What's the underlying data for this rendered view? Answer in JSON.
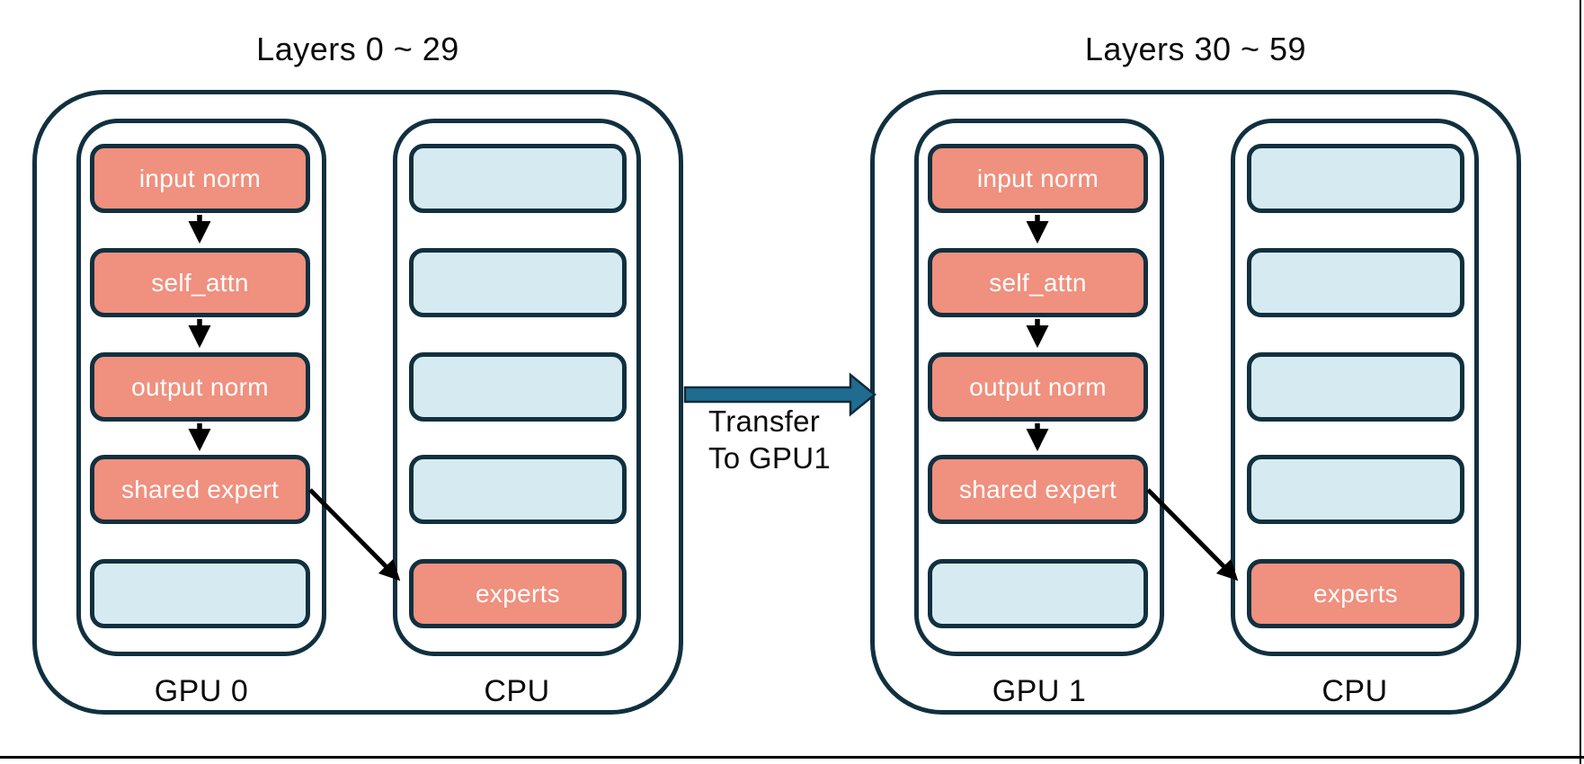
{
  "groups": [
    {
      "title": "Layers 0 ~ 29",
      "gpu": {
        "label": "GPU 0",
        "modules": [
          "input norm",
          "self_attn",
          "output norm",
          "shared expert"
        ]
      },
      "cpu": {
        "label": "CPU",
        "modules": [
          "experts"
        ]
      }
    },
    {
      "title": "Layers 30 ~ 59",
      "gpu": {
        "label": "GPU 1",
        "modules": [
          "input norm",
          "self_attn",
          "output norm",
          "shared expert"
        ]
      },
      "cpu": {
        "label": "CPU",
        "modules": [
          "experts"
        ]
      }
    }
  ],
  "transfer": {
    "line1": "Transfer",
    "line2": "To GPU1"
  },
  "colors": {
    "outline": "#11303F",
    "module-fill": "#F0907E",
    "placeholder-fill": "#D6EAF1",
    "transfer-fill": "#206C90",
    "arrow": "#000000",
    "text-light": "#FFFFFF",
    "text-dark": "#0B0B0B",
    "background": "#FFFFFF"
  }
}
